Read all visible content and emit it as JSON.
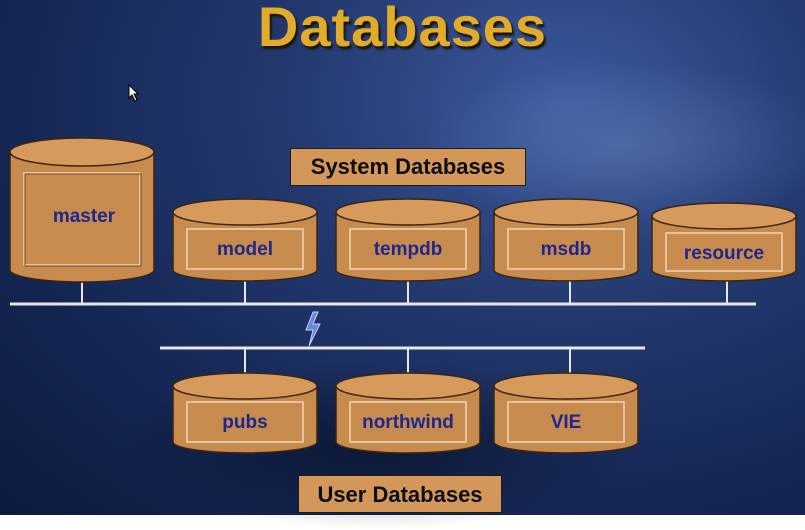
{
  "title": "Databases",
  "system_label": "System Databases",
  "user_label": "User Databases",
  "system_databases": [
    "master",
    "model",
    "tempdb",
    "msdb",
    "resource"
  ],
  "user_databases": [
    "pubs",
    "northwind",
    "VIE"
  ],
  "colors": {
    "title": "#e0ac2a",
    "cylinder_body": "#c88b4e",
    "cylinder_top": "#d59a5c",
    "label_text": "#1d2790",
    "connector": "#e6e6e6",
    "background": "#1e3266"
  }
}
